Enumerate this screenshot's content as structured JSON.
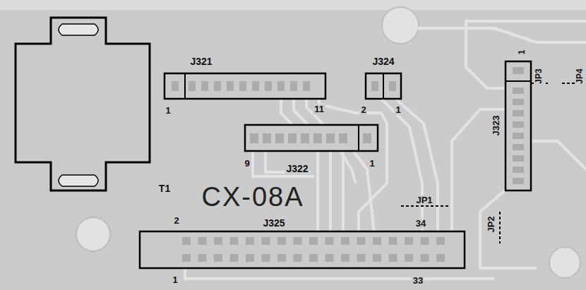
{
  "diagram": {
    "labels": [
      "J321",
      "1",
      "11",
      "J324",
      "2",
      "1",
      "J322",
      "9",
      "1",
      "T1",
      "CX-08A",
      "J323",
      "1",
      "JP3",
      "JP4",
      "JP1",
      "JP2",
      "J325",
      "2",
      "34",
      "1",
      "33"
    ]
  }
}
